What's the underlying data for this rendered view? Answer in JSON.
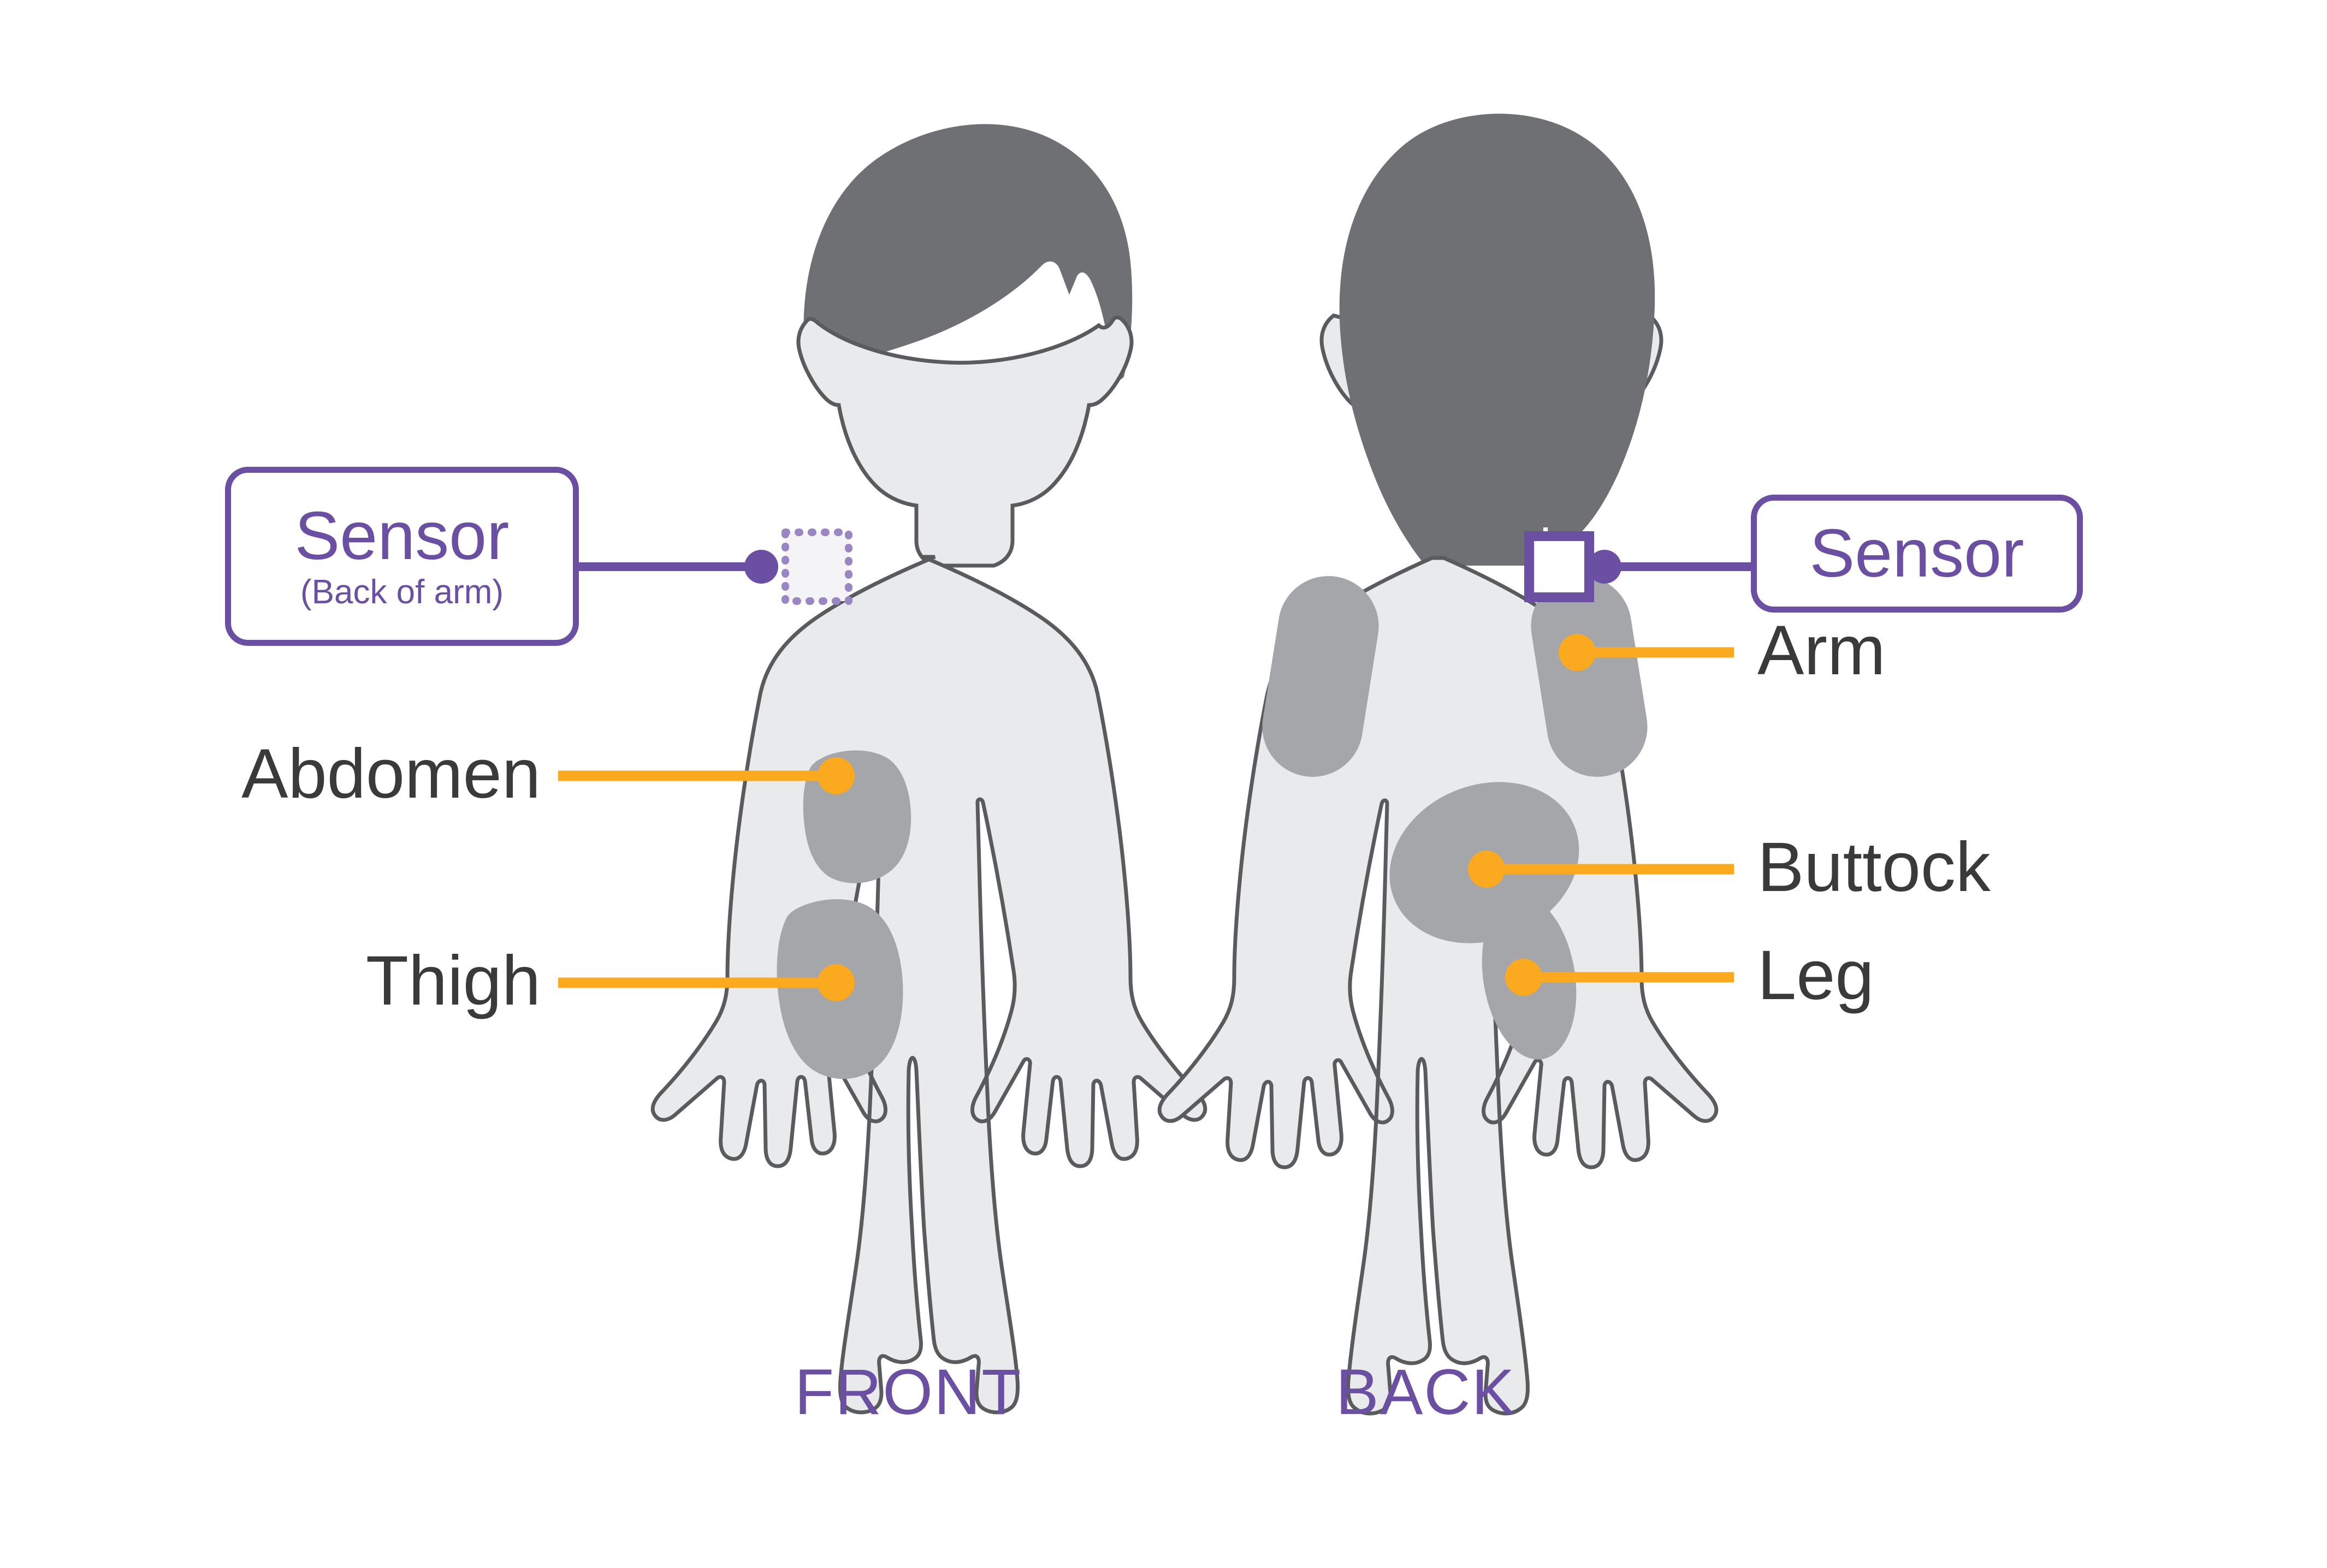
{
  "colors": {
    "purple": "#6b4fa3",
    "orange": "#fba91e",
    "skin": "#e8eaeb",
    "outline": "#5a5b5f",
    "hair": "#6e7073",
    "patch": "#a4a6aa",
    "text": "#3a3a3a",
    "background": "#ffffff"
  },
  "front": {
    "view_label": "FRONT",
    "sensor_callout": {
      "title": "Sensor",
      "subtitle": "(Back of arm)",
      "marker_style": "dotted-square"
    },
    "sites": [
      {
        "id": "abdomen",
        "label": "Abdomen"
      },
      {
        "id": "thigh",
        "label": "Thigh"
      }
    ]
  },
  "back": {
    "view_label": "BACK",
    "sensor_callout": {
      "title": "Sensor",
      "subtitle": "",
      "marker_style": "solid-square"
    },
    "sites": [
      {
        "id": "arm",
        "label": "Arm"
      },
      {
        "id": "buttock",
        "label": "Buttock"
      },
      {
        "id": "leg",
        "label": "Leg"
      }
    ]
  },
  "icons": {
    "sensor_marker_front": "dotted-square-icon",
    "sensor_marker_back": "square-outline-icon",
    "site_dot": "dot-marker-icon"
  }
}
